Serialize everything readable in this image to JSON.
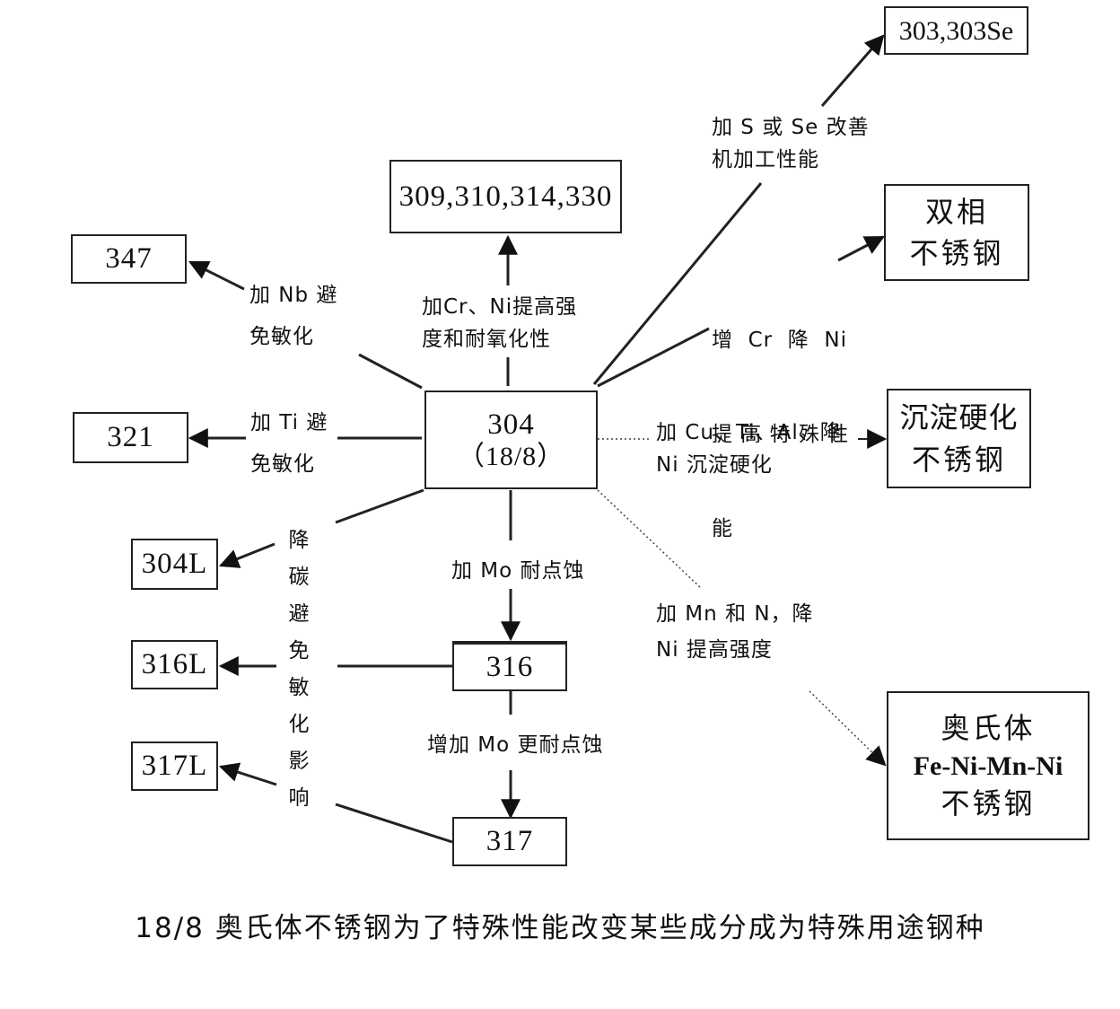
{
  "boxes": {
    "b304": {
      "line1": "304",
      "line2": "（18/8）"
    },
    "b309": {
      "text": "309,310,314,330"
    },
    "b347": {
      "text": "347"
    },
    "b321": {
      "text": "321"
    },
    "b304l": {
      "text": "304L"
    },
    "b316l": {
      "text": "316L"
    },
    "b317l": {
      "text": "317L"
    },
    "b316": {
      "text": "316"
    },
    "b317": {
      "text": "317"
    },
    "b303": {
      "text": "303,303Se"
    },
    "duplex": {
      "line1": "双相",
      "line2": "不锈钢"
    },
    "precip": {
      "line1": "沉淀硬化",
      "line2": "不锈钢"
    },
    "austenite": {
      "line1": "奥氏体",
      "line2": "Fe-Ni-Mn-Ni",
      "line3": "不锈钢"
    }
  },
  "labels": {
    "cr_ni": {
      "line1": "加Cr、Ni提高强",
      "line2": "度和耐氧化性"
    },
    "nb": {
      "line1": "加 Nb 避",
      "line2": "免敏化"
    },
    "ti": {
      "line1": "加 Ti 避",
      "line2": "免敏化"
    },
    "low_c": [
      "降",
      "碳",
      "避",
      "免",
      "敏",
      "化",
      "影",
      "响"
    ],
    "mo": "加 Mo 耐点蚀",
    "more_mo": "增加 Mo 更耐点蚀",
    "s_se": {
      "line1": "加 S 或 Se 改善",
      "line2": "机加工性能"
    },
    "cr_ni_dup": {
      "line1": "增  Cr  降  Ni",
      "line2": "提 高 特 殊 性",
      "line3": "能"
    },
    "cu_ti_al": {
      "line1": "加 Cu、Ti、Al、降",
      "line2": "Ni 沉淀硬化"
    },
    "mn_n": {
      "line1": "加 Mn 和 N，降",
      "line2": "Ni 提高强度"
    }
  },
  "caption": "18/8 奥氏体不锈钢为了特殊性能改变某些成分成为特殊用途钢种"
}
